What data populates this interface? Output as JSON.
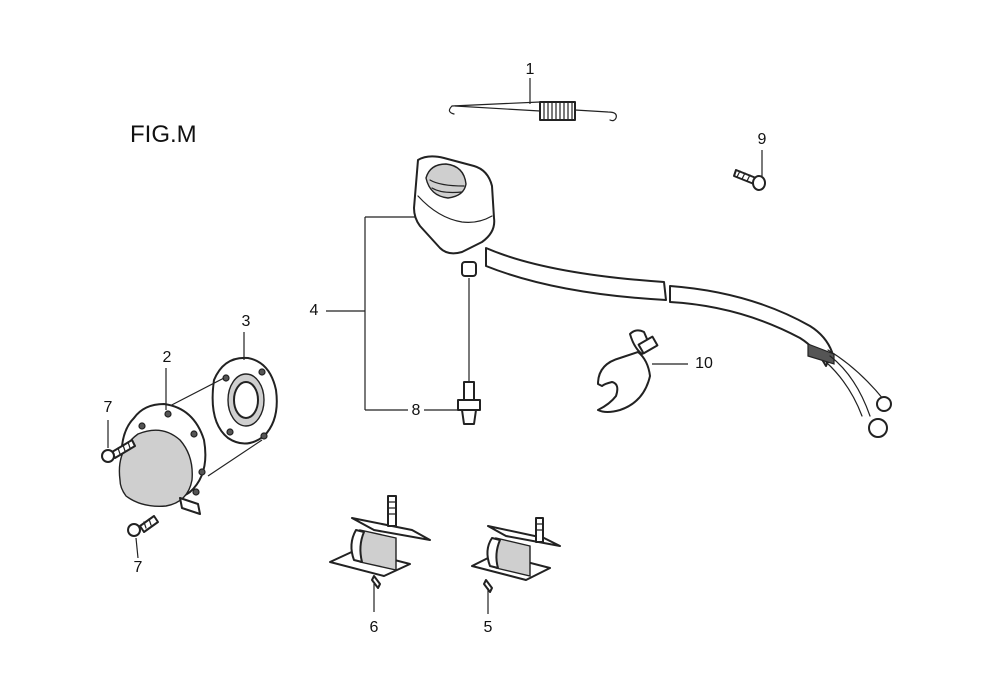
{
  "figure": {
    "title": "FIG.M"
  },
  "callouts": {
    "c1": "1",
    "c2": "2",
    "c3": "3",
    "c4": "4",
    "c5": "5",
    "c6": "6",
    "c7a": "7",
    "c7b": "7",
    "c8": "8",
    "c9": "9",
    "c10": "10"
  }
}
